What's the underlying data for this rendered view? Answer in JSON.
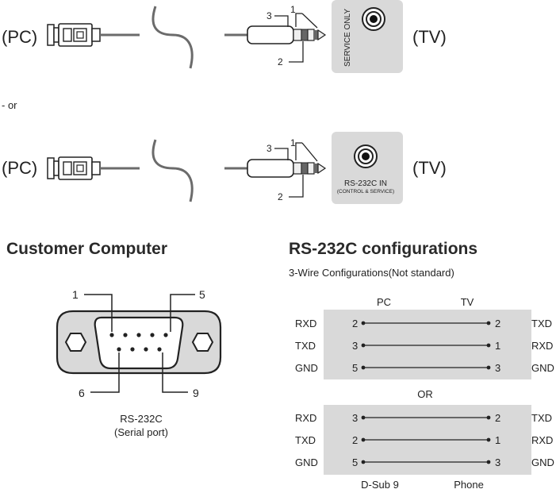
{
  "row1": {
    "pc_label": "(PC)",
    "tv_label": "(TV)",
    "pin_labels": [
      "1",
      "2",
      "3"
    ],
    "jack_label": "SERVICE ONLY"
  },
  "or_text": "- or",
  "row2": {
    "pc_label": "(PC)",
    "tv_label": "(TV)",
    "pin_labels": [
      "1",
      "2",
      "3"
    ],
    "jack_label": "RS-232C IN",
    "jack_sublabel": "(CONTROL & SERVICE)"
  },
  "customer": {
    "title": "Customer Computer",
    "pins": [
      "1",
      "5",
      "6",
      "9"
    ],
    "caption1": "RS-232C",
    "caption2": "(Serial port)"
  },
  "config": {
    "title": "RS-232C configurations",
    "subtitle": "3-Wire Configurations(Not standard)",
    "col_pc": "PC",
    "col_tv": "TV",
    "or_label": "OR",
    "foot_left": "D-Sub 9",
    "foot_right": "Phone",
    "table1": [
      {
        "left": "RXD",
        "pc": "2",
        "tv": "2",
        "right": "TXD"
      },
      {
        "left": "TXD",
        "pc": "3",
        "tv": "1",
        "right": "RXD"
      },
      {
        "left": "GND",
        "pc": "5",
        "tv": "3",
        "right": "GND"
      }
    ],
    "table2": [
      {
        "left": "RXD",
        "pc": "3",
        "tv": "2",
        "right": "TXD"
      },
      {
        "left": "TXD",
        "pc": "2",
        "tv": "1",
        "right": "RXD"
      },
      {
        "left": "GND",
        "pc": "5",
        "tv": "3",
        "right": "GND"
      }
    ]
  },
  "colors": {
    "panel": "#d9d9d9",
    "cable": "#6b6b6b",
    "line": "#222222"
  }
}
